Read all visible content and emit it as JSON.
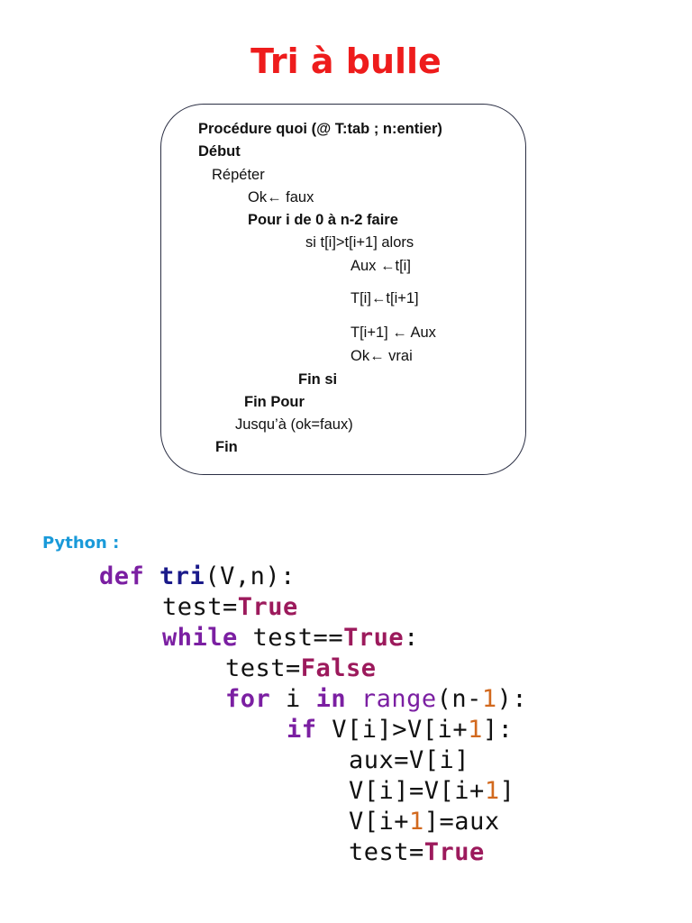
{
  "title": "Tri à bulle",
  "algorithm": {
    "lines": [
      {
        "text": "Procédure quoi (@ T:tab ; n:entier)",
        "bold": true
      },
      {
        "text": "Début",
        "bold": true
      },
      {
        "text": "Répéter",
        "bold": false
      },
      {
        "text": "Ok← faux",
        "bold": false
      },
      {
        "text": "Pour i de 0 à n-2 faire",
        "bold": true
      },
      {
        "text": "si t[i]>t[i+1] alors",
        "bold": false
      },
      {
        "text": "Aux ←t[i]",
        "bold": false
      },
      {
        "text": "T[i]←t[i+1]",
        "bold": false
      },
      {
        "text": "T[i+1] ← Aux",
        "bold": false
      },
      {
        "text": "Ok← vrai",
        "bold": false
      },
      {
        "text": "Fin si",
        "bold": true
      },
      {
        "text": "Fin Pour",
        "bold": true
      },
      {
        "text": "Jusqu’à (ok=faux)",
        "bold": false
      },
      {
        "text": "Fin",
        "bold": true
      }
    ]
  },
  "python_label": "Python :",
  "python_code": {
    "lines": [
      [
        {
          "t": "def",
          "c": "kw"
        },
        {
          "t": " "
        },
        {
          "t": "tri",
          "c": "fn"
        },
        {
          "t": "(V,n):"
        }
      ],
      [
        {
          "t": "test="
        },
        {
          "t": "True",
          "c": "cst"
        }
      ],
      [
        {
          "t": "while",
          "c": "kw"
        },
        {
          "t": " test=="
        },
        {
          "t": "True",
          "c": "cst"
        },
        {
          "t": ":"
        }
      ],
      [
        {
          "t": "test="
        },
        {
          "t": "False",
          "c": "cst"
        }
      ],
      [
        {
          "t": "for",
          "c": "kw"
        },
        {
          "t": " i "
        },
        {
          "t": "in",
          "c": "kw"
        },
        {
          "t": " "
        },
        {
          "t": "range",
          "c": "bi"
        },
        {
          "t": "(n-"
        },
        {
          "t": "1",
          "c": "num"
        },
        {
          "t": "):"
        }
      ],
      [
        {
          "t": "if",
          "c": "kw"
        },
        {
          "t": " V[i]>V[i+"
        },
        {
          "t": "1",
          "c": "num"
        },
        {
          "t": "]:"
        }
      ],
      [
        {
          "t": "aux=V[i]"
        }
      ],
      [
        {
          "t": "V[i]=V[i+"
        },
        {
          "t": "1",
          "c": "num"
        },
        {
          "t": "]"
        }
      ],
      [
        {
          "t": "V[i+"
        },
        {
          "t": "1",
          "c": "num"
        },
        {
          "t": "]=aux"
        }
      ],
      [
        {
          "t": "test="
        },
        {
          "t": "True",
          "c": "cst"
        }
      ]
    ]
  }
}
